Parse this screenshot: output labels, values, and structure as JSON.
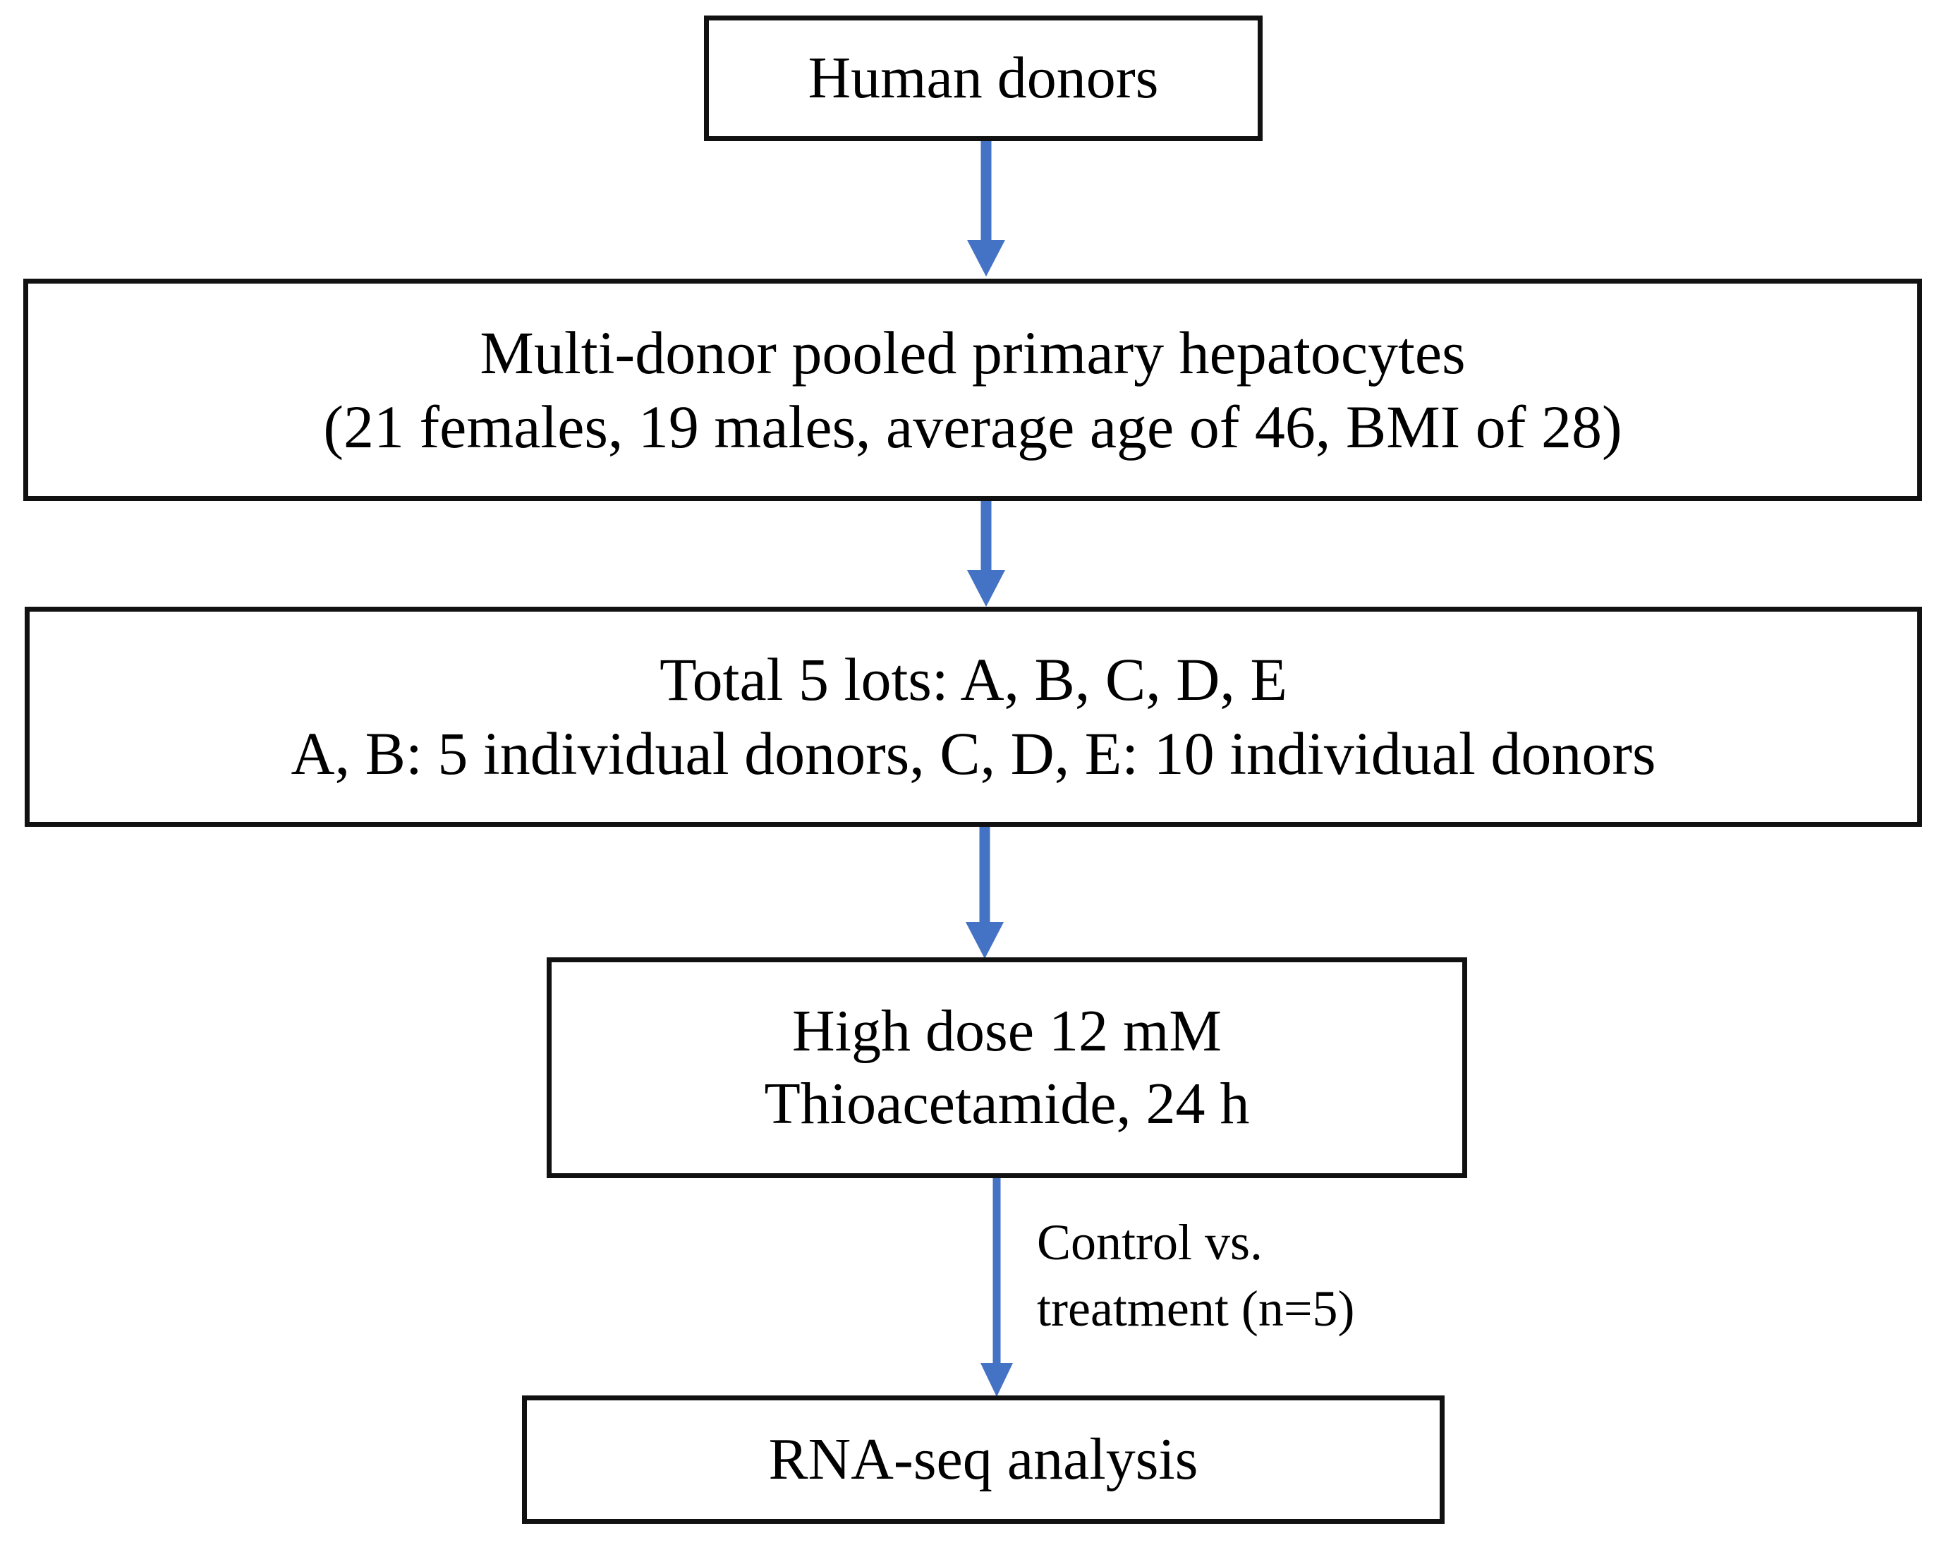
{
  "diagram": {
    "type": "flowchart",
    "orientation": "top-to-bottom",
    "accent_color": "#4472C4",
    "box_border_color": "#111111",
    "background_color": "#FFFFFF",
    "text_color": "#000000",
    "nodes": [
      {
        "id": "human-donors",
        "lines": [
          "Human donors"
        ]
      },
      {
        "id": "pooled-hepatocytes",
        "lines": [
          "Multi-donor pooled primary hepatocytes",
          "(21 females, 19 males, average age of 46, BMI of 28)"
        ]
      },
      {
        "id": "lots",
        "lines": [
          "Total 5 lots: A, B, C, D, E",
          "A, B: 5 individual donors, C, D, E: 10 individual donors"
        ]
      },
      {
        "id": "dose",
        "lines": [
          "High dose 12 mM",
          "Thioacetamide, 24 h"
        ]
      },
      {
        "id": "rnaseq",
        "lines": [
          "RNA-seq analysis"
        ]
      }
    ],
    "edges": [
      {
        "id": "edge-1",
        "from": "human-donors",
        "to": "pooled-hepatocytes",
        "label": ""
      },
      {
        "id": "edge-2",
        "from": "pooled-hepatocytes",
        "to": "lots",
        "label": ""
      },
      {
        "id": "edge-3",
        "from": "lots",
        "to": "dose",
        "label": ""
      },
      {
        "id": "edge-4",
        "from": "dose",
        "to": "rnaseq",
        "label_lines": [
          "Control vs.",
          "treatment (n=5)"
        ]
      }
    ]
  }
}
